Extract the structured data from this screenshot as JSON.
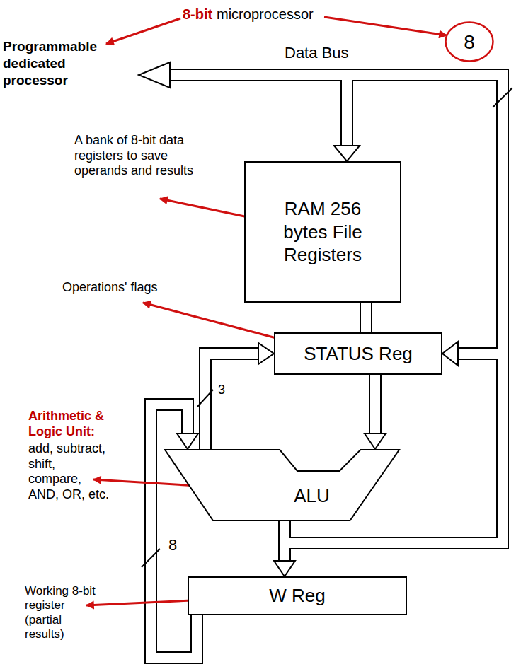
{
  "diagram": {
    "nodes": [
      {
        "text": [
          "8"
        ]
      },
      {
        "text": [
          "RAM 256 bytes File Registers"
        ]
      },
      {
        "text": [
          "STATUS Reg"
        ]
      },
      {
        "text": [
          "ALU"
        ]
      },
      {
        "text": [
          "W Reg"
        ]
      }
    ],
    "edges": [
      {
        "from": 1,
        "to": 2,
        "arrow": "none"
      },
      {
        "from": 2,
        "to": 3,
        "arrow": "to"
      },
      {
        "from": 3,
        "to": 2,
        "arrow": "to",
        "label": "3"
      },
      {
        "from": 3,
        "to": 4,
        "arrow": "to"
      },
      {
        "from": 4,
        "to": 3,
        "arrow": "to",
        "label": "8"
      }
    ],
    "labels": [
      "8-bit",
      "microprocessor",
      "Programmable dedicated processor",
      "Data Bus",
      "A bank of 8-bit data registers to save operands and results",
      "Operations' flags",
      "Arithmetic & Logic Unit:",
      "add, subtract, shift, compare, AND, OR, etc.",
      "Working 8-bit register (partial results)"
    ]
  }
}
